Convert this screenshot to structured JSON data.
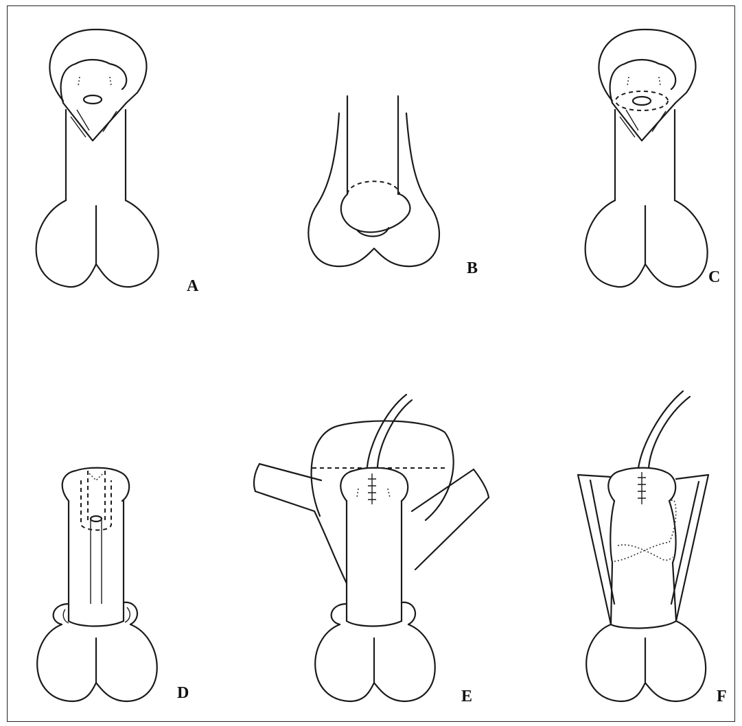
{
  "panels": [
    {
      "id": "A",
      "label": "A"
    },
    {
      "id": "B",
      "label": "B"
    },
    {
      "id": "C",
      "label": "C"
    },
    {
      "id": "D",
      "label": "D"
    },
    {
      "id": "E",
      "label": "E"
    },
    {
      "id": "F",
      "label": "F"
    }
  ],
  "colors": {
    "line": "#1a1a1a",
    "background": "#ffffff"
  }
}
